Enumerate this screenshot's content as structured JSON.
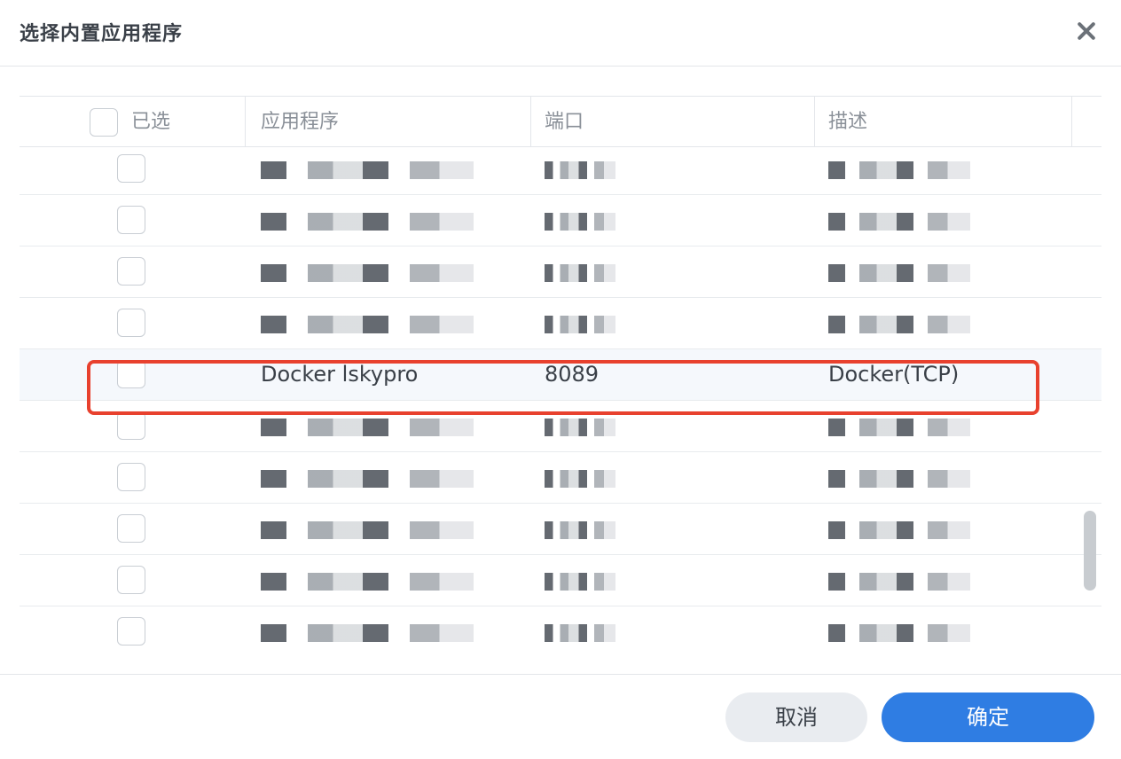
{
  "dialog": {
    "title": "选择内置应用程序"
  },
  "table": {
    "columns": {
      "selected": "已选",
      "app": "应用程序",
      "port": "端口",
      "desc": "描述"
    },
    "rows": [
      {
        "app": "",
        "port": "",
        "desc": "",
        "obscured": true
      },
      {
        "app": "",
        "port": "",
        "desc": "",
        "obscured": true
      },
      {
        "app": "",
        "port": "",
        "desc": "",
        "obscured": true
      },
      {
        "app": "",
        "port": "",
        "desc": "",
        "obscured": true
      },
      {
        "app": "Docker lskypro",
        "port": "8089",
        "desc": "Docker(TCP)",
        "obscured": false
      },
      {
        "app": "",
        "port": "",
        "desc": "",
        "obscured": true
      },
      {
        "app": "",
        "port": "",
        "desc": "",
        "obscured": true
      },
      {
        "app": "",
        "port": "",
        "desc": "",
        "obscured": true
      },
      {
        "app": "",
        "port": "",
        "desc": "",
        "obscured": true
      },
      {
        "app": "",
        "port": "",
        "desc": "",
        "obscured": true
      }
    ]
  },
  "footer": {
    "cancel_label": "取消",
    "ok_label": "确定"
  },
  "colors": {
    "highlight": "#e8412e",
    "primary": "#2f7de3"
  }
}
